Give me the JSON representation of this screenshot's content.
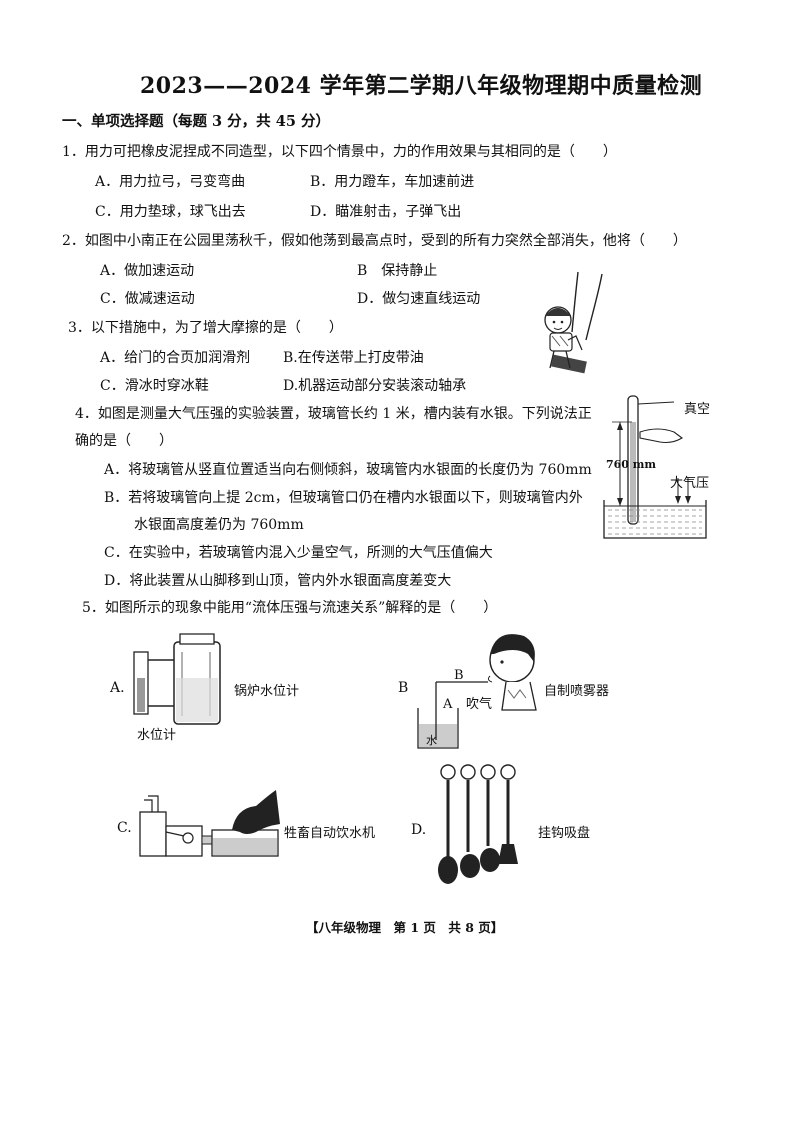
{
  "title": "2023——2024 学年第二学期八年级物理期中质量检测",
  "section": "一、单项选择题（每题 3 分，共 45 分）",
  "q1": {
    "stem": "1．用力可把橡皮泥捏成不同造型，以下四个情景中，力的作用效果与其相同的是（　　）",
    "a": "A．用力拉弓，弓变弯曲",
    "b": "B．用力蹬车，车加速前进",
    "c": "C．用力垫球，球飞出去",
    "d": "D．瞄准射击，子弹飞出"
  },
  "q2": {
    "stem": "2．如图中小南正在公园里荡秋千，假如他荡到最高点时，受到的所有力突然全部消失，他将（　　）",
    "a": "A．做加速运动",
    "b": "B　保持静止",
    "c": "C．做减速运动",
    "d": "D．做匀速直线运动"
  },
  "q3": {
    "stem": "3．以下措施中，为了增大摩擦的是（　　）",
    "a": "A．给门的合页加润滑剂",
    "b": "B.在传送带上打皮带油",
    "c": "C．滑冰时穿冰鞋",
    "d": "D.机器运动部分安装滚动轴承"
  },
  "q4": {
    "stem1": "4．如图是测量大气压强的实验装置，玻璃管长约 1 米，槽内装有水银。下列说法正",
    "stem2": "确的是（　　）",
    "a": "A．将玻璃管从竖直位置适当向右侧倾斜，玻璃管内水银面的长度仍为 760mm",
    "b1": "B．若将玻璃管向上提 2cm，但玻璃管口仍在槽内水银面以下，则玻璃管内外",
    "b2": "水银面高度差仍为 760mm",
    "c": "C．在实验中，若玻璃管内混入少量空气，所测的大气压值偏大",
    "d": "D．将此装置从山脚移到山顶，管内外水银面高度差变大",
    "fig": {
      "vacuum": "真空",
      "height": "760 mm",
      "pressure": "大气压"
    }
  },
  "q5": {
    "stem": "5．如图所示的现象中能用“流体压强与流速关系”解释的是（　　）",
    "a_letter": "A.",
    "a_label": "锅炉水位计",
    "a_sub": "水位计",
    "b_letter": "B",
    "b_label": "自制喷雾器",
    "b_pt_b": "B",
    "b_pt_a": "A",
    "b_blow": "吹气",
    "b_water": "水",
    "c_letter": "C.",
    "c_label": "牲畜自动饮水机",
    "d_letter": "D.",
    "d_label": "挂钩吸盘"
  },
  "footer": "【八年级物理　第 1 页　共 8 页】"
}
